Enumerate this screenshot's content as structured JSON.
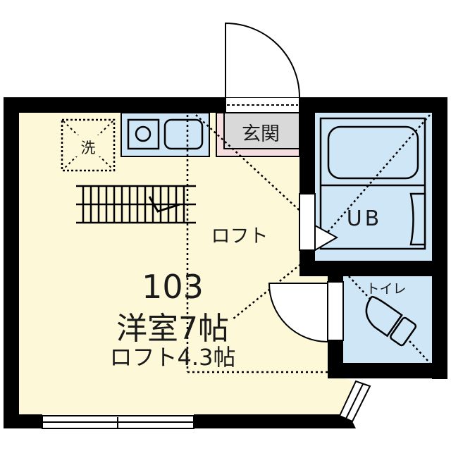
{
  "unit": {
    "number": "103",
    "room_type_size": "洋室7帖",
    "loft_size": "ロフト4.3帖"
  },
  "labels": {
    "washer": "洗",
    "entrance": "玄関",
    "loft": "ロフト",
    "unit_bath": "UB",
    "toilet": "トイレ"
  },
  "colors": {
    "wall": "#000000",
    "room_floor": "#fdf9d8",
    "wet_area": "#cfe6f7",
    "entrance_floor": "#d9d9d9",
    "entrance_border": "#f6dede",
    "background": "#ffffff"
  }
}
